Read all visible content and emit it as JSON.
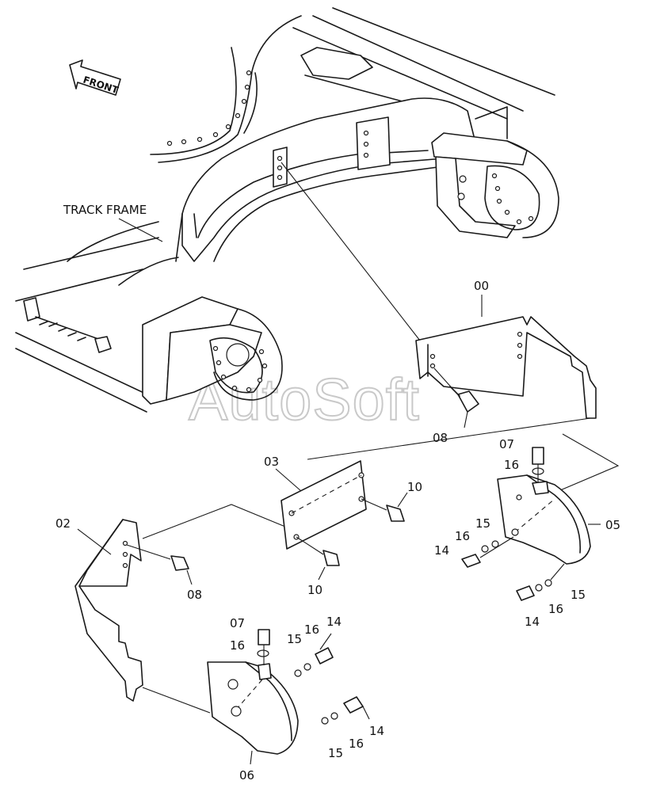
{
  "diagram": {
    "front_label": "FRONT",
    "track_frame_label": "TRACK FRAME",
    "watermark": "AutoSoft",
    "callouts": {
      "p00": "00",
      "p02": "02",
      "p03": "03",
      "p05": "05",
      "p06": "06",
      "p07a": "07",
      "p07b": "07",
      "p08a": "08",
      "p08b": "08",
      "p10a": "10",
      "p10b": "10",
      "p14a": "14",
      "p14b": "14",
      "p14c": "14",
      "p14d": "14",
      "p15a": "15",
      "p15b": "15",
      "p15c": "15",
      "p15d": "15",
      "p16a": "16",
      "p16b": "16",
      "p16c": "16",
      "p16d": "16",
      "p16e": "16",
      "p16f": "16"
    }
  }
}
